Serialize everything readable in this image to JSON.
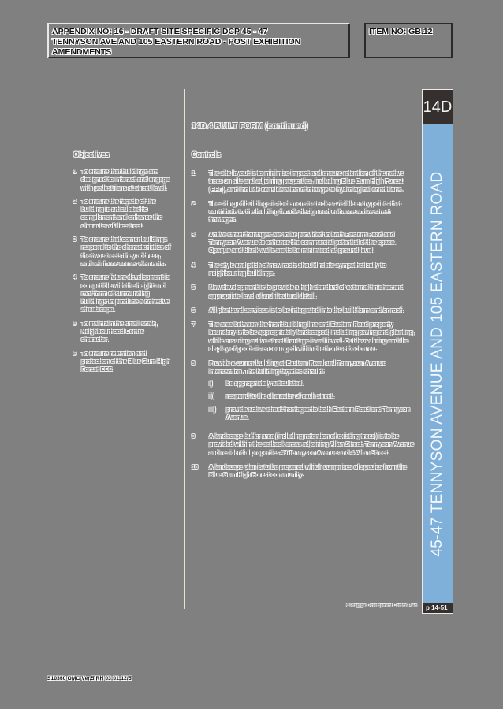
{
  "header": {
    "title_lines": [
      "APPENDIX NO: 16 - DRAFT SITE SPECIFIC DCP 45 - 47",
      "TENNYSON AVE AND 105 EASTERN ROAD - POST EXHIBITION",
      "AMENDMENTS"
    ],
    "item_no": "ITEM NO: GB.12"
  },
  "section": {
    "title": "14D.4 BUILT FORM (continued)"
  },
  "objectives": {
    "heading": "Objectives",
    "items": [
      {
        "num": "1",
        "text": "To ensure that buildings are designed to interact and engage with pedestrians at street level."
      },
      {
        "num": "2",
        "text": "To ensure the façade of the building is articulated to complement and enhance the character of the street."
      },
      {
        "num": "3",
        "text": "To ensure that corner buildings respond to the characteristics of the two streets they address, and reinforce corner elements."
      },
      {
        "num": "4",
        "text": "To ensure future development is compatible with the height and roof form of surrounding buildings to produce a cohesive streetscape."
      },
      {
        "num": "5",
        "text": "To maintain the small scale, Neighbourhood Centre character."
      },
      {
        "num": "6",
        "text": "To ensure retention and protection of the Blue Gum High Forest EEC."
      }
    ]
  },
  "controls": {
    "heading": "Controls",
    "items": [
      {
        "num": "1",
        "text": "The site layout is to minimise impact and ensure retention of the native trees on site and adjoining properties, including Blue Gum High Forest (EEC), and include consideration of change to hydrological conditions."
      },
      {
        "num": "2",
        "text": "The siting of buildings is to demonstrate clear visible entry points that contribute to the building facade design and enhance active street frontages."
      },
      {
        "num": "3",
        "text": "Active street frontages are to be provided to both Eastern Road and Tennyson Avenue to enhance the commercial potential of the space. Opaque and blank walls are to be minimised at ground level."
      },
      {
        "num": "4",
        "text": "The style and pitch of new roofs should relate sympathetically to neighbouring buildings."
      },
      {
        "num": "5",
        "text": "New development is to provide a high standard of external finishes and appropriate level of architectural detail."
      },
      {
        "num": "6",
        "text": "All plant and services is to be integrated into the built form and/or roof."
      },
      {
        "num": "7",
        "text": "The area between the front building line and Eastern Road property boundary is to be appropriately landscaped, including paving and planting, while ensuring active street frontage is achieved. Outdoor dining and the display of goods is encouraged within the front setback area."
      },
      {
        "num": "8",
        "text": "Provide a corner building at Eastern Road and Tennyson Avenue intersection. The building façades should:",
        "sub": [
          {
            "num": "i)",
            "text": "be appropriately articulated."
          },
          {
            "num": "ii)",
            "text": "respond to the character of each street."
          },
          {
            "num": "iii)",
            "text": "provide active street frontages to both Eastern Road and Tennyson Avenue."
          }
        ]
      },
      {
        "num": "9",
        "text": "A landscape buffer area (including retention of existing trees) is to be provided within the setback areas adjoining Allan Street, Tennyson Avenue and residential properties 49 Tennyson Avenue and 4 Allan Street."
      },
      {
        "num": "10",
        "text": "A landscape plan is to be prepared which comprises of species from the Blue Gum High Forest community."
      }
    ]
  },
  "side_tab": {
    "code": "14D",
    "vertical_title": "45-47 TENNYSON AVENUE AND 105 EASTERN ROAD",
    "page": "p 14-51",
    "colors": {
      "dark": "#35302e",
      "blue": "#7fb0d9"
    }
  },
  "footer": {
    "caption": "Ku-ring-gai Development Control Plan",
    "stamp": "S10360 OMC Ver.5 RH 03:01:12/5"
  },
  "colors": {
    "page_background": "#808080",
    "divider": "#e6e2d6"
  }
}
